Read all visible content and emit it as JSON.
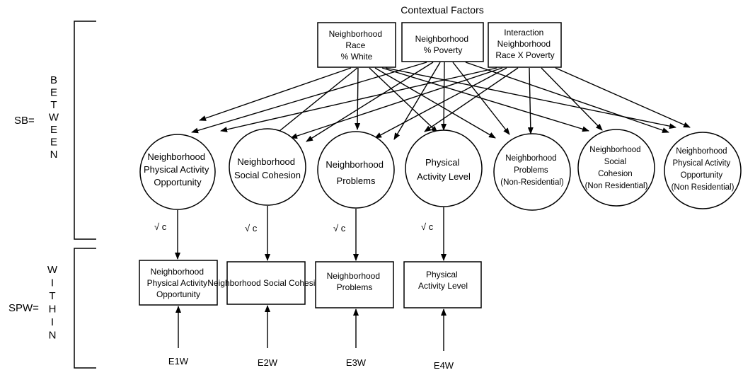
{
  "title": "Contextual Factors",
  "levels": {
    "between": {
      "label": "SB=",
      "word": "BETWEEN"
    },
    "within": {
      "label": "SPW=",
      "word": "WITHIN"
    }
  },
  "contextual_factors": [
    {
      "id": "race",
      "lines": [
        "Neighborhood",
        "Race",
        "% White"
      ]
    },
    {
      "id": "poverty",
      "lines": [
        "Neighborhood",
        "% Poverty"
      ]
    },
    {
      "id": "interaction",
      "lines": [
        "Interaction",
        "Neighborhood",
        "Race X Poverty"
      ]
    }
  ],
  "between_constructs": [
    {
      "id": "pao",
      "lines": [
        "Neighborhood",
        "Physical Activity",
        "Opportunity"
      ]
    },
    {
      "id": "sc",
      "lines": [
        "Neighborhood",
        "Social Cohesion"
      ]
    },
    {
      "id": "prob",
      "lines": [
        "Neighborhood",
        "Problems"
      ]
    },
    {
      "id": "pal",
      "lines": [
        "Physical",
        "Activity Level"
      ]
    },
    {
      "id": "prob_nr",
      "lines": [
        "Neighborhood",
        "Problems",
        "(Non-Residential)"
      ]
    },
    {
      "id": "sc_nr",
      "lines": [
        "Neighborhood",
        "Social",
        "Cohesion",
        "(Non Residential)"
      ]
    },
    {
      "id": "pao_nr",
      "lines": [
        "Neighborhood",
        "Physical Activity",
        "Opportunity",
        "(Non Residential)"
      ]
    }
  ],
  "root_c_label": "√ c",
  "within_constructs": [
    {
      "id": "pao_w",
      "lines": [
        "Neighborhood",
        "Physical Activity",
        "Opportunity"
      ]
    },
    {
      "id": "sc_w",
      "lines": [
        "Neighborhood Social Cohesion"
      ]
    },
    {
      "id": "prob_w",
      "lines": [
        "Neighborhood",
        "Problems"
      ]
    },
    {
      "id": "pal_w",
      "lines": [
        "Physical",
        "Activity Level"
      ]
    }
  ],
  "errors": [
    "E1W",
    "E2W",
    "E3W",
    "E4W"
  ]
}
